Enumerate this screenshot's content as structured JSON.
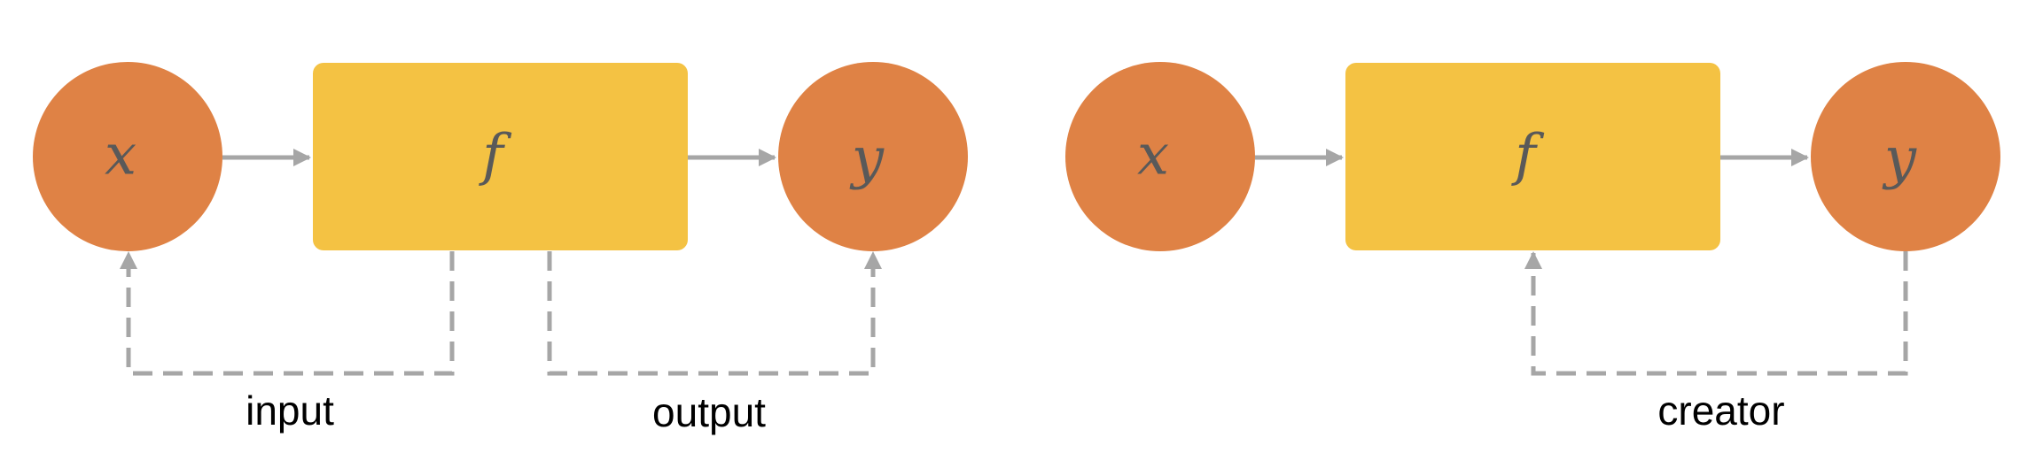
{
  "colors": {
    "variable_node": "#df8245",
    "function_node": "#f4c243",
    "connector": "#a6a6a6",
    "node_text": "#595959",
    "label_text": "#000000"
  },
  "left_diagram": {
    "input_node": {
      "symbol": "x"
    },
    "function_node": {
      "symbol": "f"
    },
    "output_node": {
      "symbol": "y"
    },
    "links": {
      "input_label": "input",
      "output_label": "output"
    }
  },
  "right_diagram": {
    "input_node": {
      "symbol": "x"
    },
    "function_node": {
      "symbol": "f"
    },
    "output_node": {
      "symbol": "y"
    },
    "links": {
      "creator_label": "creator"
    }
  }
}
